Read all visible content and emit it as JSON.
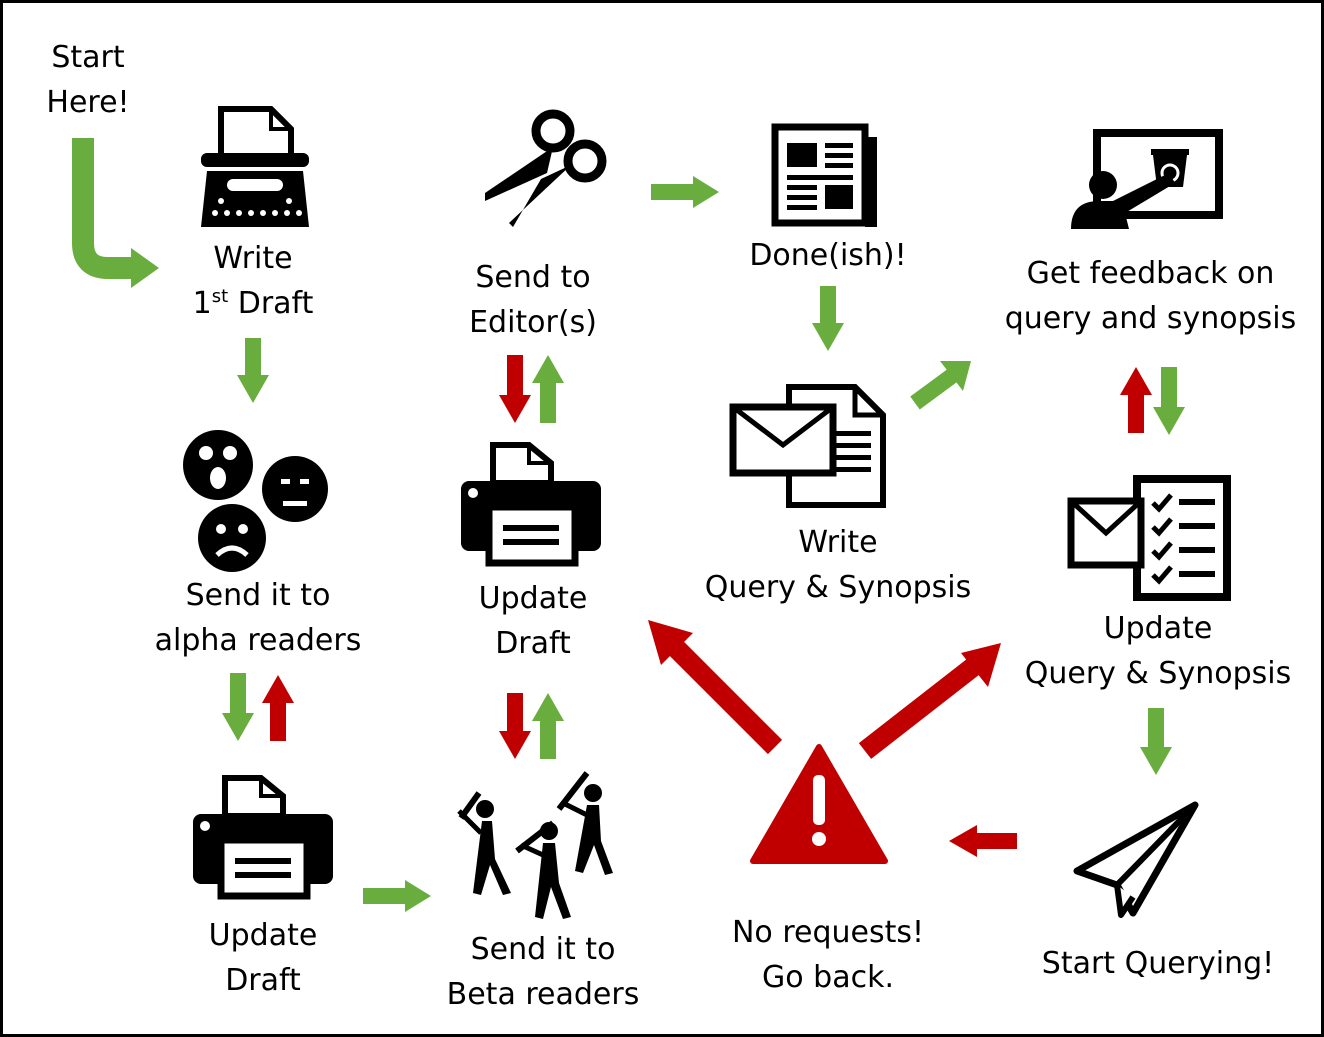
{
  "colors": {
    "green": "#6aad3f",
    "red": "#c00000",
    "icon": "#000000",
    "background": "#ffffff"
  },
  "nodes": {
    "start": {
      "line1": "Start",
      "line2": "Here!"
    },
    "write_first_draft": {
      "icon": "typewriter-icon",
      "line1": "Write",
      "line2_sup": "1",
      "line2_suffix": "st",
      "line2_rest": " Draft"
    },
    "alpha_readers": {
      "icon": "faces-icon",
      "line1": "Send it to",
      "line2": "alpha readers"
    },
    "update_draft_1": {
      "icon": "printer-icon",
      "line1": "Update",
      "line2": "Draft"
    },
    "beta_readers": {
      "icon": "people-icon",
      "line1": "Send it to",
      "line2": "Beta readers"
    },
    "update_draft_2": {
      "icon": "printer-icon",
      "line1": "Update",
      "line2": "Draft"
    },
    "send_to_editors": {
      "icon": "scissors-icon",
      "line1": "Send to",
      "line2": "Editor(s)"
    },
    "doneish": {
      "icon": "newspaper-icon",
      "line1": "Done(ish)!"
    },
    "write_query": {
      "icon": "envelope-document-icon",
      "line1": "Write",
      "line2": "Query & Synopsis"
    },
    "get_feedback": {
      "icon": "presentation-board-icon",
      "line1": "Get feedback on",
      "line2": "query and synopsis"
    },
    "update_query": {
      "icon": "envelope-checklist-icon",
      "line1": "Update",
      "line2": "Query & Synopsis"
    },
    "start_querying": {
      "icon": "paper-plane-icon",
      "line1": "Start Querying!"
    },
    "no_requests": {
      "icon": "warning-icon",
      "line1": "No requests!",
      "line2": "Go back."
    }
  }
}
